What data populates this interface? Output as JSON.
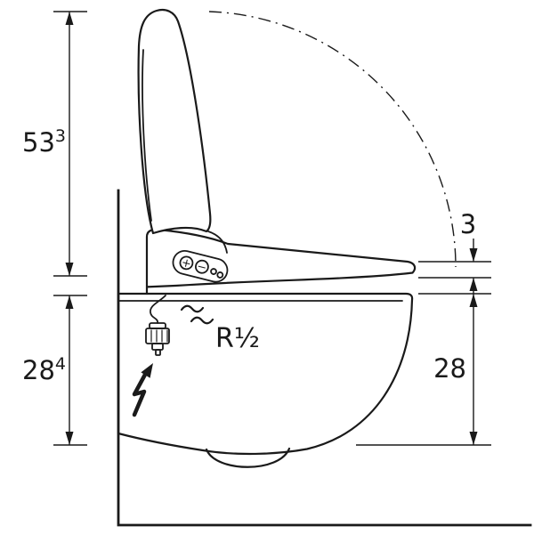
{
  "drawing": {
    "type": "technical-dimension-drawing",
    "subject": "wall-hung shower toilet with raised lid, side elevation",
    "dims": {
      "lid_height_main": "53",
      "lid_height_sup": "3",
      "left_lower_main": "28",
      "left_lower_sup": "4",
      "right_small": "3",
      "right_lower": "28"
    },
    "labels": {
      "water_connection": "R½"
    },
    "controls": {
      "plus": "+",
      "minus": "−"
    },
    "colors": {
      "line": "#1a1a1a",
      "background": "#ffffff"
    }
  }
}
